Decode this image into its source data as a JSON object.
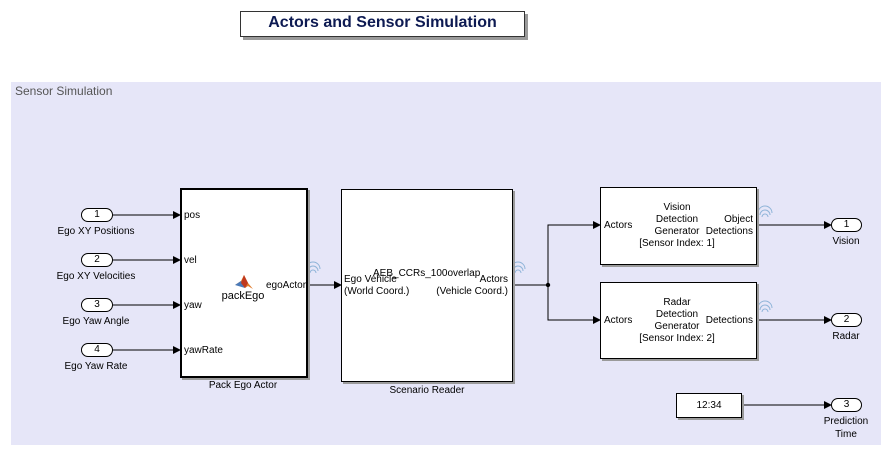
{
  "title": "Actors and Sensor Simulation",
  "subsystem_label": "Sensor Simulation",
  "inports": [
    {
      "num": "1",
      "label": "Ego XY Positions"
    },
    {
      "num": "2",
      "label": "Ego XY Velocities"
    },
    {
      "num": "3",
      "label": "Ego Yaw Angle"
    },
    {
      "num": "4",
      "label": "Ego Yaw Rate"
    }
  ],
  "pack_ego": {
    "inputs": [
      "pos",
      "vel",
      "yaw",
      "yawRate"
    ],
    "output": "egoActor",
    "function_name": "packEgo",
    "label": "Pack Ego Actor"
  },
  "scenario_reader": {
    "scenario_name": "AEB_CCRs_100overlap",
    "input_line1": "Ego Vehicle",
    "input_line2": "(World Coord.)",
    "output_line1": "Actors",
    "output_line2": "(Vehicle Coord.)",
    "label": "Scenario Reader"
  },
  "vision_block": {
    "input": "Actors",
    "line1": "Vision",
    "line2": "Detection",
    "line3": "Generator",
    "line4": "[Sensor Index: 1]",
    "output_line1": "Object",
    "output_line2": "Detections"
  },
  "radar_block": {
    "input": "Actors",
    "line1": "Radar",
    "line2": "Detection",
    "line3": "Generator",
    "line4": "[Sensor Index: 2]",
    "output": "Detections"
  },
  "clock": {
    "value": "12:34"
  },
  "outports": [
    {
      "num": "1",
      "label": "Vision"
    },
    {
      "num": "2",
      "label": "Radar"
    },
    {
      "num": "3",
      "label_line1": "Prediction",
      "label_line2": "Time"
    }
  ],
  "colors": {
    "canvas_bg": "#e6e6f8",
    "title_text": "#0d1a52",
    "signal_icon": "#8fb4d8"
  }
}
